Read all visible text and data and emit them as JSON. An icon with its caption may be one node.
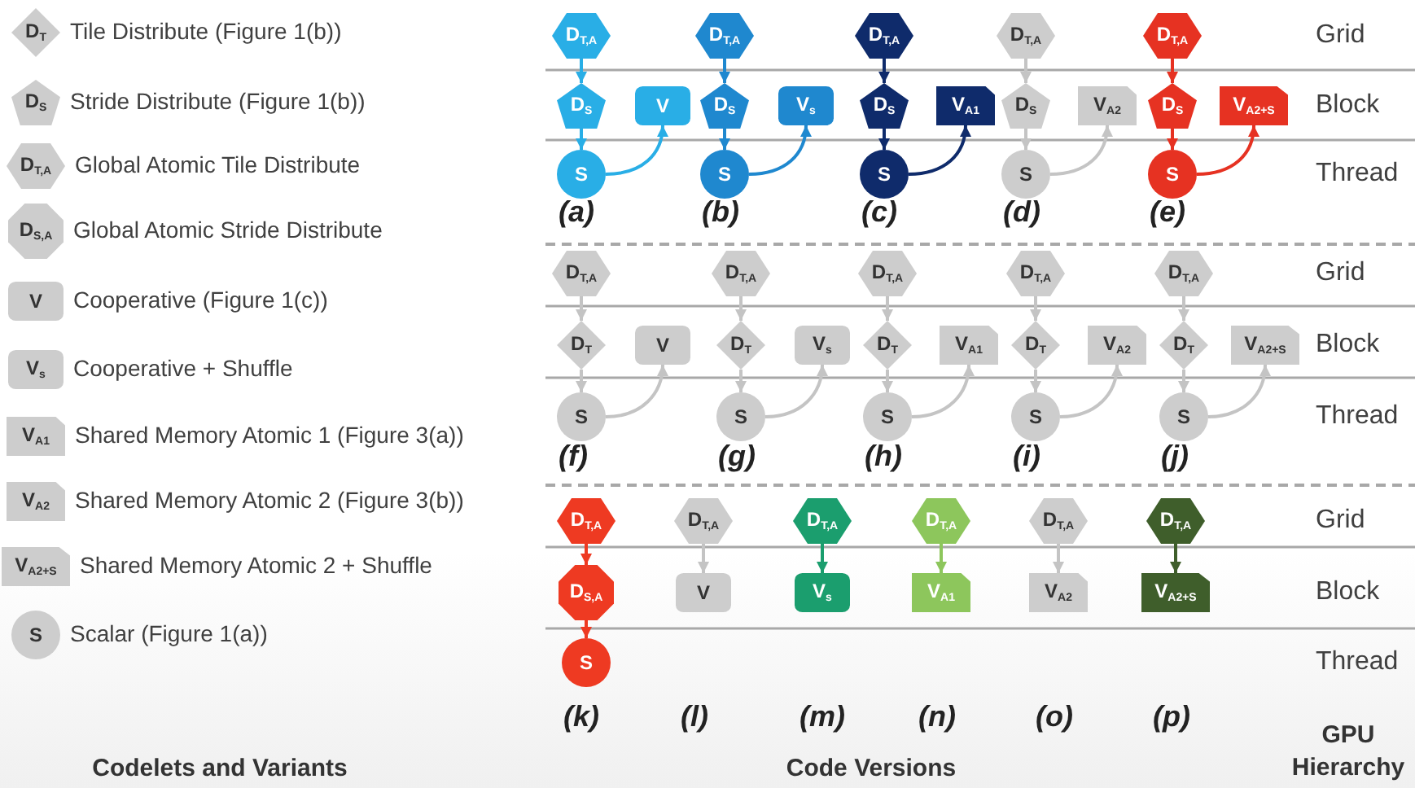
{
  "diagram": {
    "nodes": [
      {
        "text": [
          "D$_{T}$"
        ],
        "beside": [
          "Tile Distribute (Figure 1(b))"
        ]
      },
      {
        "text": [
          "D$_{S}$"
        ],
        "beside": [
          "Stride Distribute (Figure 1(b))"
        ]
      },
      {
        "text": [
          "D$_{T,A}$"
        ],
        "beside": [
          "Global Atomic Tile Distribute"
        ]
      },
      {
        "text": [
          "D$_{S,A}$"
        ],
        "beside": [
          "Global Atomic Stride Distribute"
        ]
      },
      {
        "text": [
          "V"
        ],
        "beside": [
          "Cooperative (Figure 1(c))"
        ]
      },
      {
        "text": [
          "V$_{s}$"
        ],
        "beside": [
          "Cooperative + Shuffle"
        ]
      },
      {
        "text": [
          "V$_{A1}$"
        ],
        "beside": [
          "Shared Memory Atomic 1 (Figure 3(a))"
        ]
      },
      {
        "text": [
          "V$_{A2}$"
        ],
        "beside": [
          "Shared Memory Atomic 2 (Figure 3(b))"
        ]
      },
      {
        "text": [
          "V$_{A2+S}$"
        ],
        "beside": [
          "Shared Memory Atomic 2 + Shuffle"
        ]
      },
      {
        "text": [
          "S"
        ],
        "beside": [
          "Scalar (Figure 1(a))"
        ]
      },
      {
        "text": [
          "D$_{T,A}$"
        ]
      },
      {
        "text": [
          "D$_{S}$"
        ]
      },
      {
        "text": [
          "V"
        ]
      },
      {
        "text": [
          "S"
        ]
      },
      {
        "text": [
          "D$_{T,A}$"
        ]
      },
      {
        "text": [
          "D$_{S}$"
        ]
      },
      {
        "text": [
          "V$_{s}$"
        ]
      },
      {
        "text": [
          "S"
        ]
      },
      {
        "text": [
          "D$_{T,A}$"
        ]
      },
      {
        "text": [
          "D$_{S}$"
        ]
      },
      {
        "text": [
          "V$_{A1}$"
        ]
      },
      {
        "text": [
          "S"
        ]
      },
      {
        "text": [
          "D$_{T,A}$"
        ]
      },
      {
        "text": [
          "D$_{S}$"
        ]
      },
      {
        "text": [
          "V$_{A2}$"
        ]
      },
      {
        "text": [
          "S"
        ]
      },
      {
        "text": [
          "D$_{T,A}$"
        ]
      },
      {
        "text": [
          "D$_{S}$"
        ]
      },
      {
        "text": [
          "V$_{A2+S}$"
        ]
      },
      {
        "text": [
          "S"
        ]
      },
      {
        "text": [
          "D$_{T,A}$"
        ]
      },
      {
        "text": [
          "D$_{T}$"
        ]
      },
      {
        "text": [
          "V"
        ]
      },
      {
        "text": [
          "S"
        ]
      },
      {
        "text": [
          "D$_{T,A}$"
        ]
      },
      {
        "text": [
          "D$_{T}$"
        ]
      },
      {
        "text": [
          "V$_{s}$"
        ]
      },
      {
        "text": [
          "S"
        ]
      },
      {
        "text": [
          "D$_{T,A}$"
        ]
      },
      {
        "text": [
          "D$_{T}$"
        ]
      },
      {
        "text": [
          "V$_{A1}$"
        ]
      },
      {
        "text": [
          "S"
        ]
      },
      {
        "text": [
          "D$_{T,A}$"
        ]
      },
      {
        "text": [
          "D$_{T}$"
        ]
      },
      {
        "text": [
          "V$_{A2}$"
        ]
      },
      {
        "text": [
          "S"
        ]
      },
      {
        "text": [
          "D$_{T,A}$"
        ]
      },
      {
        "text": [
          "D$_{T}$"
        ]
      },
      {
        "text": [
          "V$_{A2+S}$"
        ]
      },
      {
        "text": [
          "S"
        ]
      },
      {
        "text": [
          "D$_{T,A}$"
        ]
      },
      {
        "text": [
          "D$_{S,A}$"
        ]
      },
      {
        "text": [
          "S"
        ]
      },
      {
        "text": [
          "D$_{T,A}$"
        ]
      },
      {
        "text": [
          "V"
        ]
      },
      {
        "text": [
          "D$_{T,A}$"
        ]
      },
      {
        "text": [
          "V$_{s}$"
        ]
      },
      {
        "text": [
          "D$_{T,A}$"
        ]
      },
      {
        "text": [
          "V$_{A1}$"
        ]
      },
      {
        "text": [
          "D$_{T,A}$"
        ]
      },
      {
        "text": [
          "V$_{A2}$"
        ]
      },
      {
        "text": [
          "D$_{T,A}$"
        ]
      },
      {
        "text": [
          "V$_{A2+S}$"
        ]
      }
    ],
    "edges": [
      {
        "from": 10,
        "to": 11,
        "arrow": "to",
        "color": "#29aee6"
      },
      {
        "from": 11,
        "to": 13,
        "arrow": "to",
        "color": "#29aee6"
      },
      {
        "from": 13,
        "to": 12,
        "arrow": "to",
        "color": "#29aee6"
      },
      {
        "from": 14,
        "to": 15,
        "arrow": "to",
        "color": "#1f88cf"
      },
      {
        "from": 15,
        "to": 17,
        "arrow": "to",
        "color": "#1f88cf"
      },
      {
        "from": 17,
        "to": 16,
        "arrow": "to",
        "color": "#1f88cf"
      },
      {
        "from": 18,
        "to": 19,
        "arrow": "to",
        "color": "#0f2b6b"
      },
      {
        "from": 19,
        "to": 21,
        "arrow": "to",
        "color": "#0f2b6b"
      },
      {
        "from": 21,
        "to": 20,
        "arrow": "to",
        "color": "#0f2b6b"
      },
      {
        "from": 22,
        "to": 23,
        "arrow": "to"
      },
      {
        "from": 23,
        "to": 25,
        "arrow": "to"
      },
      {
        "from": 25,
        "to": 24,
        "arrow": "to"
      },
      {
        "from": 26,
        "to": 27,
        "arrow": "to",
        "color": "#e63222"
      },
      {
        "from": 27,
        "to": 29,
        "arrow": "to",
        "color": "#e63222"
      },
      {
        "from": 29,
        "to": 28,
        "arrow": "to",
        "color": "#e63222"
      },
      {
        "from": 30,
        "to": 31,
        "arrow": "to"
      },
      {
        "from": 31,
        "to": 33,
        "arrow": "to"
      },
      {
        "from": 33,
        "to": 32,
        "arrow": "to"
      },
      {
        "from": 34,
        "to": 35,
        "arrow": "to"
      },
      {
        "from": 35,
        "to": 37,
        "arrow": "to"
      },
      {
        "from": 37,
        "to": 36,
        "arrow": "to"
      },
      {
        "from": 38,
        "to": 39,
        "arrow": "to"
      },
      {
        "from": 39,
        "to": 41,
        "arrow": "to"
      },
      {
        "from": 41,
        "to": 40,
        "arrow": "to"
      },
      {
        "from": 42,
        "to": 43,
        "arrow": "to"
      },
      {
        "from": 43,
        "to": 45,
        "arrow": "to"
      },
      {
        "from": 45,
        "to": 44,
        "arrow": "to"
      },
      {
        "from": 46,
        "to": 47,
        "arrow": "to"
      },
      {
        "from": 47,
        "to": 49,
        "arrow": "to"
      },
      {
        "from": 49,
        "to": 48,
        "arrow": "to"
      },
      {
        "from": 50,
        "to": 51,
        "arrow": "to",
        "color": "#ee3a22"
      },
      {
        "from": 51,
        "to": 52,
        "arrow": "to",
        "color": "#ee3a22"
      },
      {
        "from": 53,
        "to": 54,
        "arrow": "to"
      },
      {
        "from": 55,
        "to": 56,
        "arrow": "to",
        "color": "#1b9e6e"
      },
      {
        "from": 57,
        "to": 58,
        "arrow": "to",
        "color": "#8dc65c"
      },
      {
        "from": 59,
        "to": 60,
        "arrow": "to"
      },
      {
        "from": 61,
        "to": 62,
        "arrow": "to",
        "color": "#3f5e2b"
      }
    ],
    "labels": [
      "Grid",
      "Block",
      "Thread",
      "(a)",
      "(b)",
      "(c)",
      "(d)",
      "(e)",
      "Grid",
      "Block",
      "Thread",
      "(f)",
      "(g)",
      "(h)",
      "(i)",
      "(j)",
      "Grid",
      "Block",
      "Thread",
      "(k)",
      "(l)",
      "(m)",
      "(n)",
      "(o)",
      "(p)",
      "GPU Hierarchy",
      "Codelets and Variants",
      "Code Versions"
    ]
  }
}
